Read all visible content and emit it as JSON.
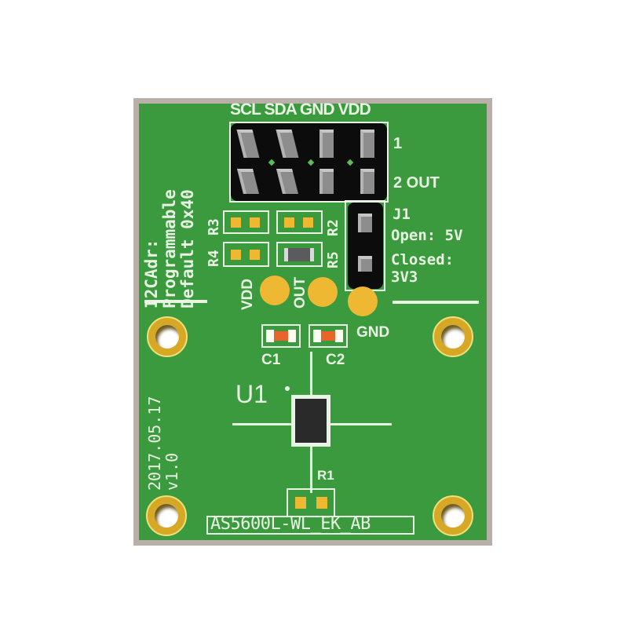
{
  "board": {
    "part_number": "AS5600L-WL_EK_AB",
    "date": "2017.05.17",
    "version": "v1.0",
    "i2c_note": {
      "line1": "I2CAdr:",
      "line2": "Programmable",
      "line3": "Default 0x40"
    },
    "colors": {
      "soldermask": "#3c9a3e",
      "silkscreen": "#e8f4e4",
      "copper_pad": "#efb832",
      "edge": "#b8b0a8",
      "capacitor": "#e8642a",
      "header": "#0c0c0c"
    }
  },
  "header_main": {
    "pin_labels": [
      "SCL",
      "SDA",
      "GND",
      "VDD"
    ],
    "row1_label": "1",
    "row2_label": "2 OUT"
  },
  "jumper_j1": {
    "ref": "J1",
    "open_label": "Open: 5V",
    "closed_label": "Closed:",
    "closed_value": "3V3"
  },
  "resistors": {
    "r1": "R1",
    "r2": "R2",
    "r3": "R3",
    "r4": "R4",
    "r5": "R5"
  },
  "capacitors": {
    "c1": "C1",
    "c2": "C2"
  },
  "test_pads": {
    "vdd": "VDD",
    "out": "OUT",
    "gnd": "GND"
  },
  "ic": {
    "ref": "U1"
  }
}
